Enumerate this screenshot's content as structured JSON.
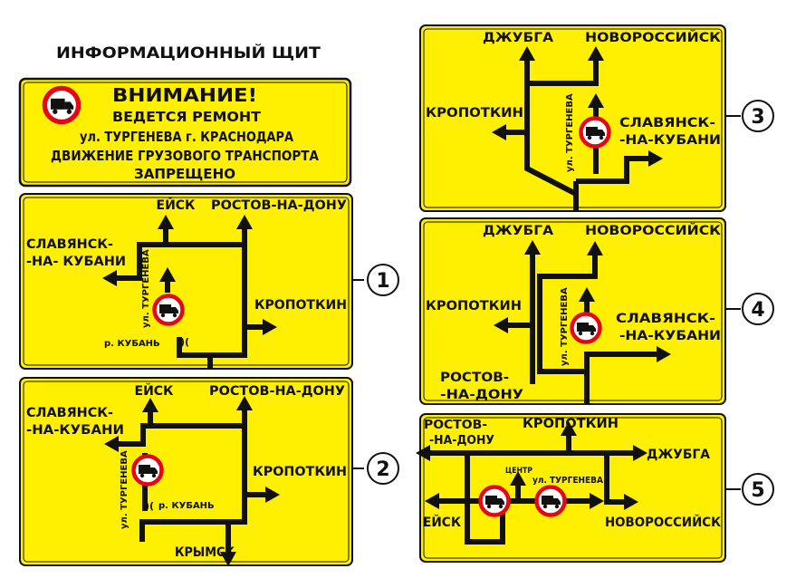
{
  "title": "ИНФОРМАЦИОННЫЙ ЩИТ",
  "colors": {
    "sign": "#ffef00",
    "ink": "#111111",
    "ban": "#e30613"
  },
  "icons": {
    "no_truck": "no-trucks-sign-icon",
    "bridge": "bridge-icon"
  },
  "notice": {
    "line1": "ВНИМАНИЕ!",
    "line2": "ВЕДЕТСЯ РЕМОНТ",
    "line3": "ул. ТУРГЕНЕВА г. КРАСНОДАРА",
    "line4": "ДВИЖЕНИЕ ГРУЗОВОГО ТРАНСПОРТА",
    "line5": "ЗАПРЕЩЕНО"
  },
  "signs": {
    "s1": {
      "number": "1",
      "eysk": "ЕЙСК",
      "rostov": "РОСТОВ-НА-ДОНУ",
      "slav1": "СЛАВЯНСК-",
      "slav2": "-НА- КУБАНИ",
      "kropotkin": "КРОПОТКИН",
      "street": "ул. ТУРГЕНЕВА",
      "river": "р. КУБАНЬ"
    },
    "s2": {
      "number": "2",
      "eysk": "ЕЙСК",
      "rostov": "РОСТОВ-НА-ДОНУ",
      "slav1": "СЛАВЯНСК-",
      "slav2": "-НА-КУБАНИ",
      "kropotkin": "КРОПОТКИН",
      "street": "ул. ТУРГЕНЕВА",
      "river": "р. КУБАНЬ",
      "krymsk": "КРЫМСК"
    },
    "s3": {
      "number": "3",
      "dzhubga": "ДЖУБГА",
      "novoross": "НОВОРОССИЙСК",
      "kropotkin": "КРОПОТКИН",
      "slav1": "СЛАВЯНСК-",
      "slav2": "-НА-КУБАНИ",
      "street": "ул. ТУРГЕНЕВА"
    },
    "s4": {
      "number": "4",
      "dzhubga": "ДЖУБГА",
      "novoross": "НОВОРОССИЙСК",
      "kropotkin": "КРОПОТКИН",
      "slav1": "СЛАВЯНСК-",
      "slav2": "-НА-КУБАНИ",
      "rostov1": "РОСТОВ-",
      "rostov2": "-НА-ДОНУ",
      "street": "ул. ТУРГЕНЕВА"
    },
    "s5": {
      "number": "5",
      "rostov1": "РОСТОВ-",
      "rostov2": "-НА-ДОНУ",
      "kropotkin": "КРОПОТКИН",
      "dzhubga": "ДЖУБГА",
      "center": "ЦЕНТР",
      "street": "ул. ТУРГЕНЕВА",
      "eysk": "ЕЙСК",
      "novoross": "НОВОРОССИЙСК"
    }
  }
}
